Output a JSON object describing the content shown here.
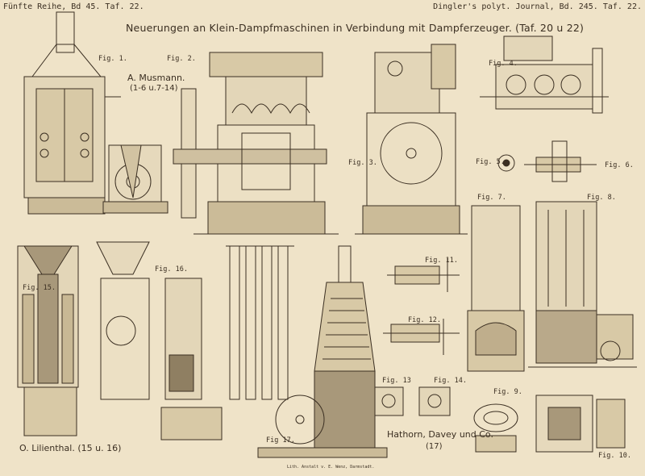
{
  "header": {
    "left": "Fünfte Reihe, Bd 45. Taf. 22.",
    "right": "Dingler's polyt. Journal, Bd. 245. Taf. 22."
  },
  "title": "Neuerungen an Klein-Dampfmaschinen in Verbindung mit Dampferzeuger. (Taf. 20 u 22)",
  "authors": {
    "musmann": "A. Musmann.",
    "musmann_figs": "(1-6 u.7-14)",
    "lilienthal": "O. Lilienthal. (15 u. 16)",
    "hathorn": "Hathorn, Davey und Co.",
    "hathorn_figs": "(17)"
  },
  "figures": {
    "fig1": "Fig. 1.",
    "fig2": "Fig. 2.",
    "fig3": "Fig. 3.",
    "fig4": "Fig. 4.",
    "fig5": "Fig. 5.",
    "fig6": "Fig. 6.",
    "fig7": "Fig. 7.",
    "fig8": "Fig. 8.",
    "fig9": "Fig. 9.",
    "fig10": "Fig. 10.",
    "fig11": "Fig. 11.",
    "fig12": "Fig. 12.",
    "fig13": "Fig. 13",
    "fig14": "Fig. 14.",
    "fig15": "Fig. 15.",
    "fig16": "Fig. 16.",
    "fig17": "Fig 17."
  },
  "imprint": "Lith. Anstalt v. E. Wenz, Darmstadt.",
  "colors": {
    "paper": "#efe3c8",
    "ink": "#3b2f22",
    "shade": "#b9a98a"
  }
}
